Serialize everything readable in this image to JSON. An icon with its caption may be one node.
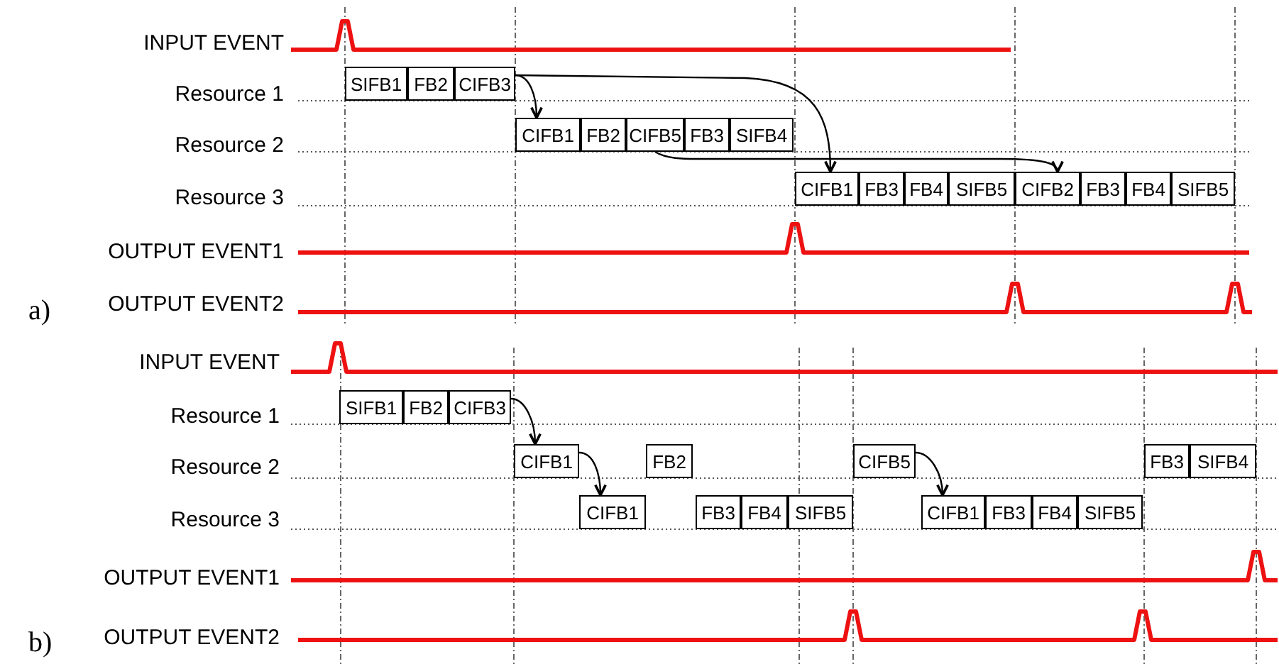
{
  "diagram": {
    "nodes": [
      {
        "text": [
          "SIFB1"
        ]
      },
      {
        "text": [
          "FB2"
        ]
      },
      {
        "text": [
          "CIFB3"
        ]
      },
      {
        "text": [
          "CIFB1"
        ]
      },
      {
        "text": [
          "FB2"
        ]
      },
      {
        "text": [
          "CIFB5"
        ]
      },
      {
        "text": [
          "FB3"
        ]
      },
      {
        "text": [
          "SIFB4"
        ]
      },
      {
        "text": [
          "CIFB1"
        ]
      },
      {
        "text": [
          "FB3"
        ]
      },
      {
        "text": [
          "FB4"
        ]
      },
      {
        "text": [
          "SIFB5"
        ]
      },
      {
        "text": [
          "CIFB2"
        ]
      },
      {
        "text": [
          "FB3"
        ]
      },
      {
        "text": [
          "FB4"
        ]
      },
      {
        "text": [
          "SIFB5"
        ]
      },
      {
        "text": [
          "SIFB1"
        ]
      },
      {
        "text": [
          "FB2"
        ]
      },
      {
        "text": [
          "CIFB3"
        ]
      },
      {
        "text": [
          "CIFB1"
        ]
      },
      {
        "text": [
          "FB2"
        ]
      },
      {
        "text": [
          "CIFB5"
        ]
      },
      {
        "text": [
          "FB3"
        ]
      },
      {
        "text": [
          "SIFB4"
        ]
      },
      {
        "text": [
          "CIFB1"
        ]
      },
      {
        "text": [
          "FB3"
        ]
      },
      {
        "text": [
          "FB4"
        ]
      },
      {
        "text": [
          "SIFB5"
        ]
      },
      {
        "text": [
          "CIFB1"
        ]
      },
      {
        "text": [
          "FB3"
        ]
      },
      {
        "text": [
          "FB4"
        ]
      },
      {
        "text": [
          "SIFB5"
        ]
      }
    ],
    "edges": [
      {
        "from": 2,
        "to": 3,
        "arrow": "to"
      },
      {
        "from": 2,
        "to": 8,
        "arrow": "to"
      },
      {
        "from": 5,
        "to": 12,
        "arrow": "to"
      },
      {
        "from": 18,
        "to": 19,
        "arrow": "to"
      },
      {
        "from": 19,
        "to": 24,
        "arrow": "to"
      },
      {
        "from": 21,
        "to": 28,
        "arrow": "to"
      }
    ],
    "labels": [
      "INPUT EVENT",
      "Resource 1",
      "Resource 2",
      "Resource 3",
      "OUTPUT EVENT1",
      "a)",
      "OUTPUT EVENT2",
      "INPUT EVENT",
      "Resource 1",
      "Resource 2",
      "Resource 3",
      "OUTPUT EVENT1",
      "b)",
      "OUTPUT EVENT2"
    ]
  }
}
